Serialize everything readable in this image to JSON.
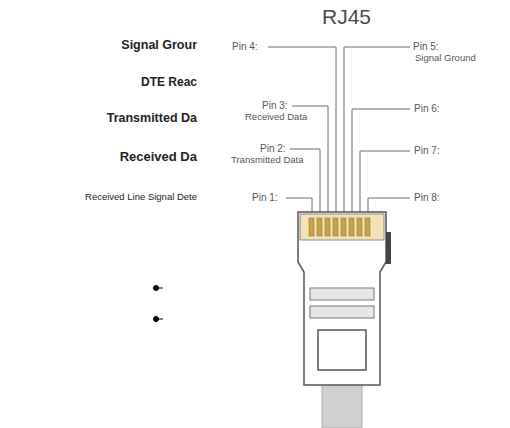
{
  "diagram": {
    "title": "RJ45",
    "labels": [
      "Signal Grour",
      "DTE Reac",
      "Transmitted Da",
      "Received Da",
      "Received Line Signal Dete",
      "Pin 4:",
      "Pin 5:",
      "Signal Ground",
      "Pin 3:",
      "Received Data",
      "Pin 6:",
      "Pin 2:",
      "Transmitted Data",
      "Pin 7:",
      "Pin 1:",
      "Pin 8:"
    ]
  }
}
